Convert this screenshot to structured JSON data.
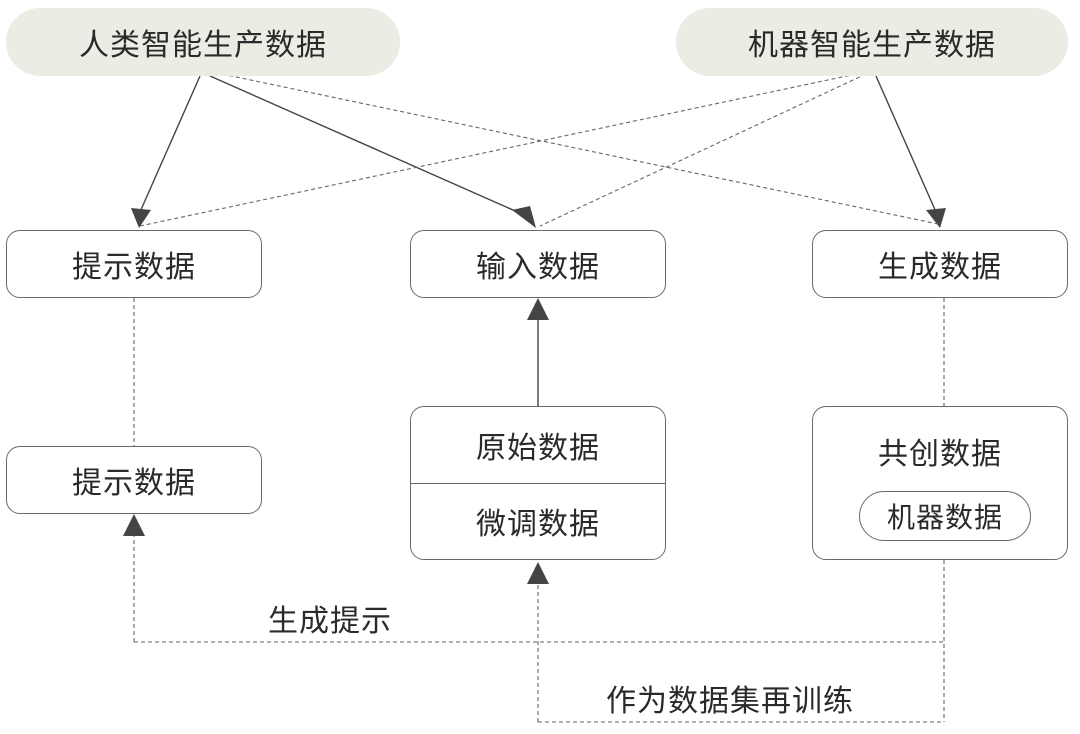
{
  "sources": {
    "human": "人类智能生产数据",
    "machine": "机器智能生产数据"
  },
  "categories": {
    "prompt": "提示数据",
    "input": "输入数据",
    "generated": "生成数据"
  },
  "lower": {
    "prompt": "提示数据",
    "raw": "原始数据",
    "finetune": "微调数据",
    "cocreate": "共创数据",
    "machine_data": "机器数据"
  },
  "edges": {
    "generate_prompt": "生成提示",
    "as_dataset_retrain": "作为数据集再训练"
  },
  "colors": {
    "source_fill": "#ecebe4",
    "stroke": "#6a6a6a",
    "solid_line": "#444444",
    "dashed_line": "#666666",
    "text": "#2a2a2a"
  }
}
